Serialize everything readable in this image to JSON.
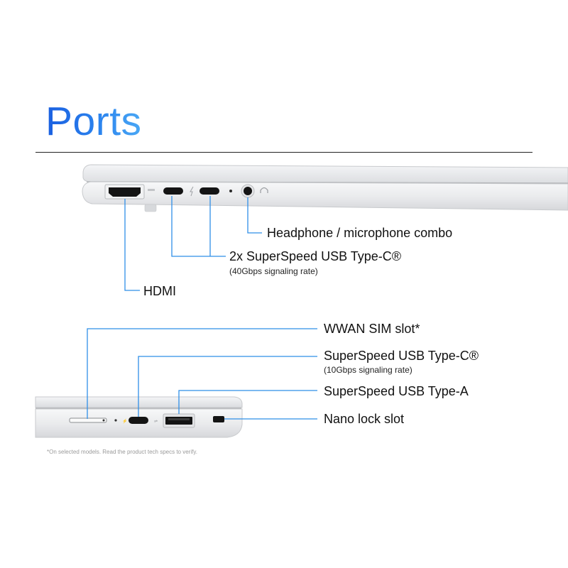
{
  "title": "Ports",
  "callouts": {
    "headphone": "Headphone / microphone combo",
    "usbc_40": {
      "label": "2x SuperSpeed USB Type-C®",
      "sub": "(40Gbps signaling rate)"
    },
    "hdmi": "HDMI",
    "wwan": "WWAN SIM slot*",
    "usbc_10": {
      "label": "SuperSpeed USB Type-C®",
      "sub": "(10Gbps signaling rate)"
    },
    "usba": "SuperSpeed USB Type-A",
    "nano_lock": "Nano lock slot"
  },
  "footnote": "*On selected models. Read the product tech specs to verify.",
  "colors": {
    "title_start": "#1a5fe0",
    "title_end": "#4aa8f5",
    "callout_line": "#2f8fe8"
  }
}
